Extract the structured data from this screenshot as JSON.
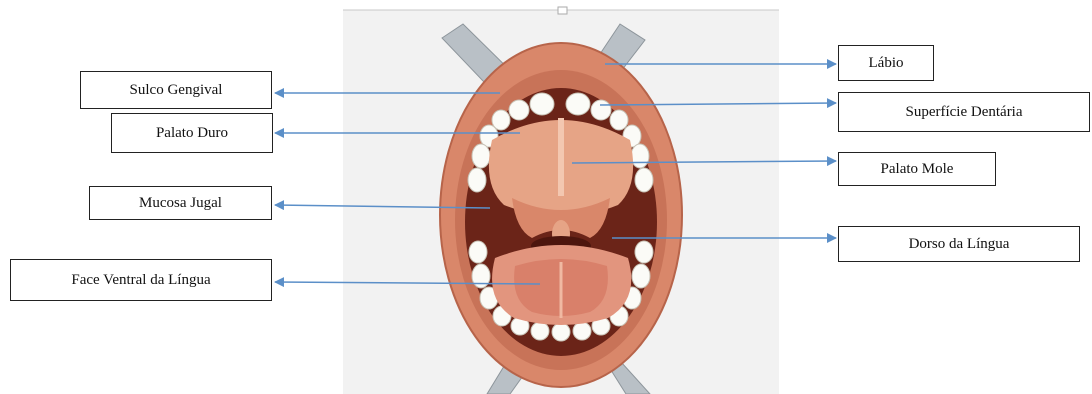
{
  "labels": {
    "sulco_gengival": "Sulco Gengival",
    "palato_duro": "Palato Duro",
    "mucosa_jugal": "Mucosa Jugal",
    "face_ventral": "Face Ventral da Língua",
    "labio": "Lábio",
    "superficie_dentaria": "Superfície Dentária",
    "palato_mole": "Palato Mole",
    "dorso_lingua": "Dorso da Língua"
  },
  "colors": {
    "arrow": "#5b8fc8",
    "lip": "#d9876a",
    "mouth_interior": "#6b2418",
    "palate": "#e6a486",
    "tongue": "#e2957e",
    "tooth": "#fbfbf7",
    "retractor": "#b9c0c6",
    "background_panel": "#f2f2f2"
  }
}
